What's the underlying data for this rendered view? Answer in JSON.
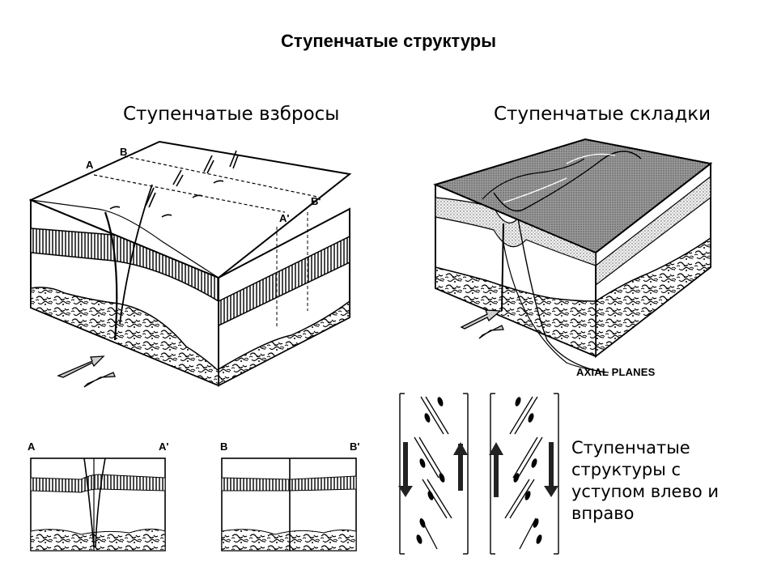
{
  "title": "Ступенчатые структуры",
  "thrust_block": {
    "heading": "Ступенчатые взбросы",
    "labels": {
      "a": "A",
      "b": "B",
      "a_prime": "A'",
      "b_prime": "B'"
    }
  },
  "fold_block": {
    "heading": "Ступенчатые складки",
    "annotation": "AXIAL PLANES"
  },
  "sections": {
    "aa": {
      "left": "A",
      "right": "A'"
    },
    "bb": {
      "left": "B",
      "right": "B'"
    }
  },
  "caption": {
    "lines": [
      "Ступенчатые",
      "структуры с",
      "уступом влево и",
      "вправо"
    ]
  }
}
